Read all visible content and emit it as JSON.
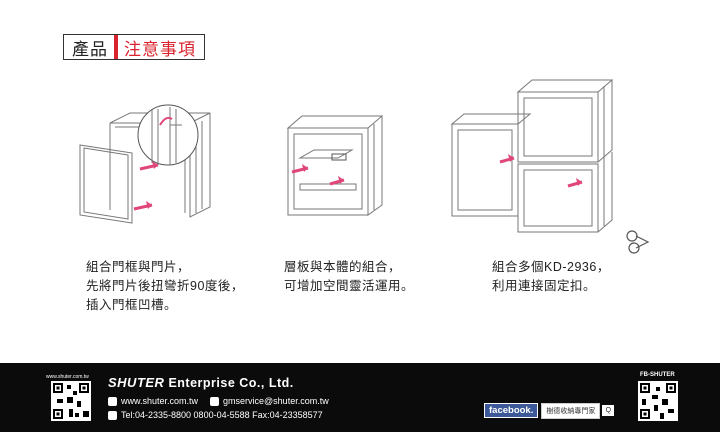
{
  "header": {
    "title_left": "產品",
    "title_right": "注意事項"
  },
  "captions": [
    "組合門框與門片，\n先將門片後扭彎折90度後，\n插入門框凹槽。",
    "層板與本體的組合，\n可增加空間靈活運用。",
    "組合多個KD-2936，\n利用連接固定扣。"
  ],
  "footer": {
    "site_small": "www.shuter.com.tw",
    "brand": "SHUTER",
    "brand_suffix": "Enterprise Co., Ltd.",
    "web": "www.shuter.com.tw",
    "email": "gmservice@shuter.com.tw",
    "contact": "Tel:04-2335-8800    0800-04-5588    Fax:04-23358577",
    "fb_label": "FB-SHUTER",
    "fb_logo": "facebook.",
    "fb_like": "樹德收納專門家",
    "fb_search": "Q"
  },
  "colors": {
    "accent": "#d9232d",
    "arrow": "#e0457b",
    "footer_bg": "#0b0b0b"
  }
}
